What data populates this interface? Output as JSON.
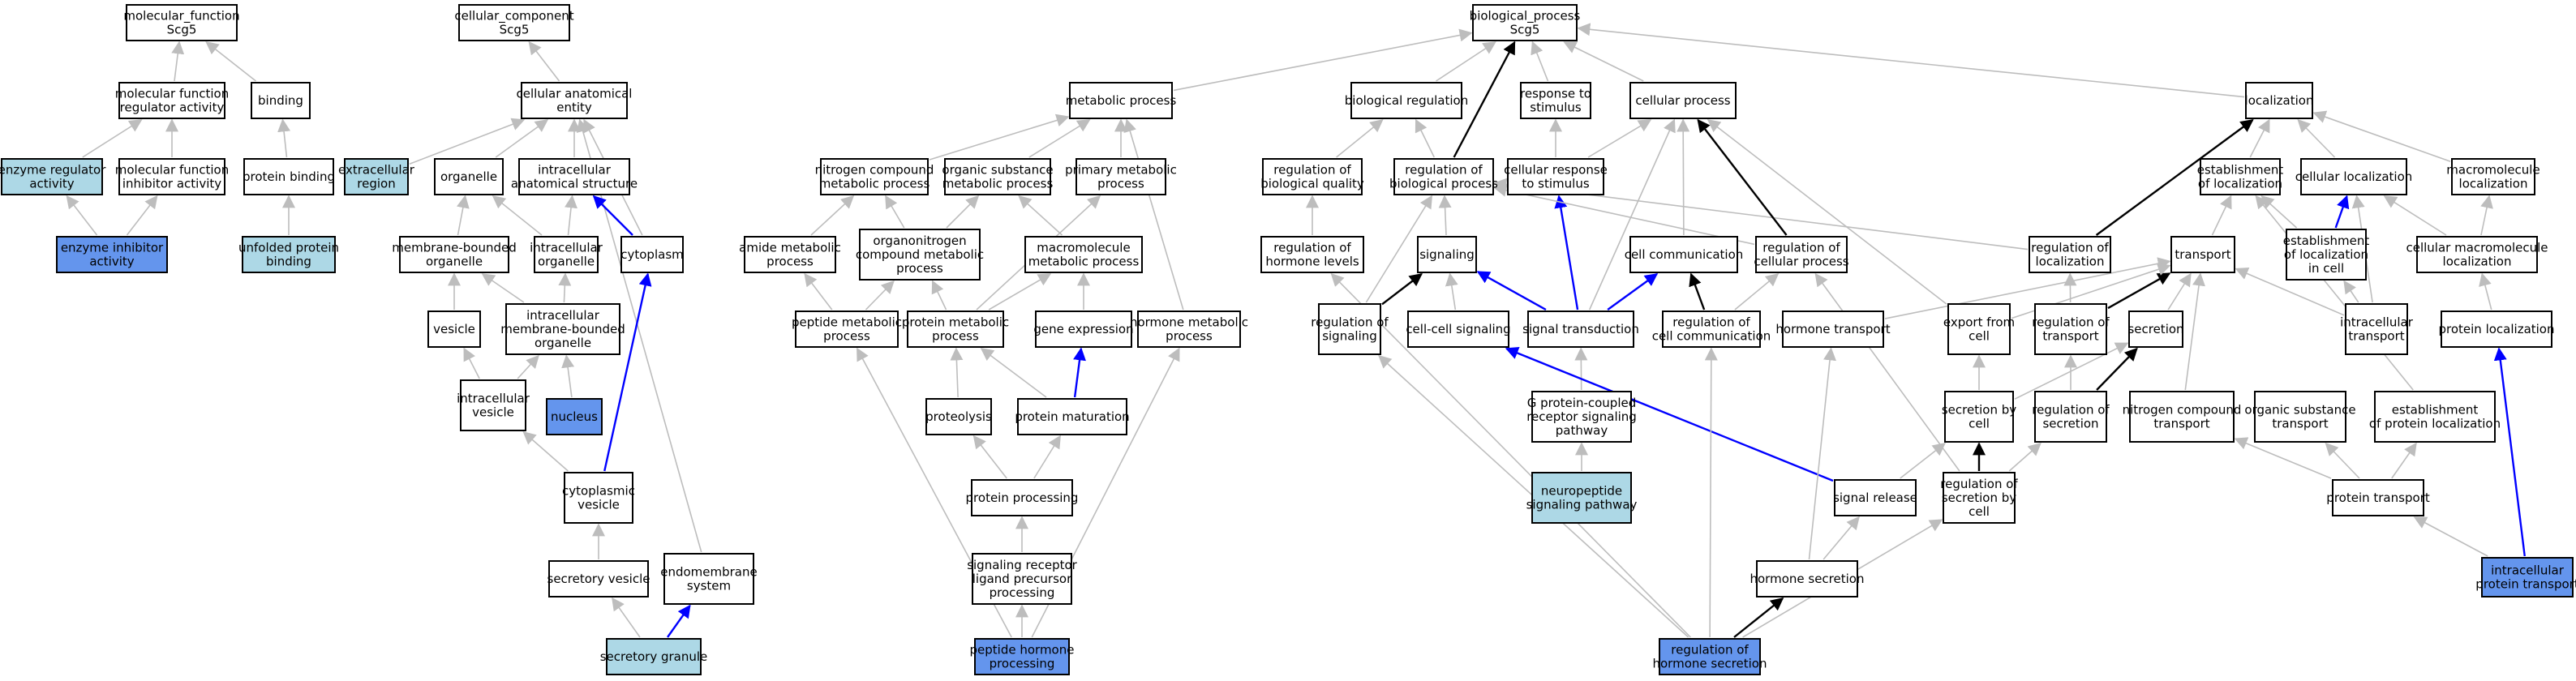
{
  "colors": {
    "plain": "#ffffff",
    "light": "#add8e6",
    "medium": "#6495ed",
    "edge_gray": "#bdbdbd",
    "edge_black": "#000000",
    "edge_blue": "#0000ff"
  },
  "nodes": [
    {
      "id": "mf",
      "label": [
        "molecular_function",
        "Scg5"
      ],
      "fill": "plain"
    },
    {
      "id": "cc",
      "label": [
        "cellular_component",
        "Scg5"
      ],
      "fill": "plain"
    },
    {
      "id": "bp",
      "label": [
        "biological_process",
        "Scg5"
      ],
      "fill": "plain"
    },
    {
      "id": "mfra",
      "label": [
        "molecular function",
        "regulator activity"
      ],
      "fill": "plain"
    },
    {
      "id": "binding",
      "label": [
        "binding"
      ],
      "fill": "plain"
    },
    {
      "id": "cae",
      "label": [
        "cellular anatomical",
        "entity"
      ],
      "fill": "plain"
    },
    {
      "id": "metab",
      "label": [
        "metabolic process"
      ],
      "fill": "plain"
    },
    {
      "id": "bioreg",
      "label": [
        "biological regulation"
      ],
      "fill": "plain"
    },
    {
      "id": "resp",
      "label": [
        "response to",
        "stimulus"
      ],
      "fill": "plain"
    },
    {
      "id": "cellproc",
      "label": [
        "cellular process"
      ],
      "fill": "plain"
    },
    {
      "id": "loc",
      "label": [
        "localization"
      ],
      "fill": "plain"
    },
    {
      "id": "era",
      "label": [
        "enzyme regulator",
        "activity"
      ],
      "fill": "light"
    },
    {
      "id": "mfia",
      "label": [
        "molecular function",
        "inhibitor activity"
      ],
      "fill": "plain"
    },
    {
      "id": "pbind",
      "label": [
        "protein binding"
      ],
      "fill": "plain"
    },
    {
      "id": "extra",
      "label": [
        "extracellular",
        "region"
      ],
      "fill": "light"
    },
    {
      "id": "organelle",
      "label": [
        "organelle"
      ],
      "fill": "plain"
    },
    {
      "id": "ias",
      "label": [
        "intracellular",
        "anatomical structure"
      ],
      "fill": "plain"
    },
    {
      "id": "ncmp",
      "label": [
        "nitrogen compound",
        "metabolic process"
      ],
      "fill": "plain"
    },
    {
      "id": "osmp",
      "label": [
        "organic substance",
        "metabolic process"
      ],
      "fill": "plain"
    },
    {
      "id": "pmp",
      "label": [
        "primary metabolic",
        "process"
      ],
      "fill": "plain"
    },
    {
      "id": "rbq",
      "label": [
        "regulation of",
        "biological quality"
      ],
      "fill": "plain"
    },
    {
      "id": "rbp",
      "label": [
        "regulation of",
        "biological process"
      ],
      "fill": "plain"
    },
    {
      "id": "crs",
      "label": [
        "cellular response",
        "to stimulus"
      ],
      "fill": "plain"
    },
    {
      "id": "eol",
      "label": [
        "establishment",
        "of localization"
      ],
      "fill": "plain"
    },
    {
      "id": "cloc",
      "label": [
        "cellular localization"
      ],
      "fill": "plain"
    },
    {
      "id": "mmloc",
      "label": [
        "macromolecule",
        "localization"
      ],
      "fill": "plain"
    },
    {
      "id": "eia",
      "label": [
        "enzyme inhibitor",
        "activity"
      ],
      "fill": "medium"
    },
    {
      "id": "upb",
      "label": [
        "unfolded protein",
        "binding"
      ],
      "fill": "light"
    },
    {
      "id": "mbo",
      "label": [
        "membrane-bounded",
        "organelle"
      ],
      "fill": "plain"
    },
    {
      "id": "io",
      "label": [
        "intracellular",
        "organelle"
      ],
      "fill": "plain"
    },
    {
      "id": "cyto",
      "label": [
        "cytoplasm"
      ],
      "fill": "plain"
    },
    {
      "id": "amp",
      "label": [
        "amide metabolic",
        "process"
      ],
      "fill": "plain"
    },
    {
      "id": "oncmp",
      "label": [
        "organonitrogen",
        "compound metabolic",
        "process"
      ],
      "fill": "plain"
    },
    {
      "id": "mmp",
      "label": [
        "macromolecule",
        "metabolic process"
      ],
      "fill": "plain"
    },
    {
      "id": "rhl",
      "label": [
        "regulation of",
        "hormone levels"
      ],
      "fill": "plain"
    },
    {
      "id": "signaling",
      "label": [
        "signaling"
      ],
      "fill": "plain"
    },
    {
      "id": "cellcomm",
      "label": [
        "cell communication"
      ],
      "fill": "plain"
    },
    {
      "id": "rcp",
      "label": [
        "regulation of",
        "cellular process"
      ],
      "fill": "plain"
    },
    {
      "id": "rol",
      "label": [
        "regulation of",
        "localization"
      ],
      "fill": "plain"
    },
    {
      "id": "transport",
      "label": [
        "transport"
      ],
      "fill": "plain"
    },
    {
      "id": "eolc",
      "label": [
        "establishment",
        "of localization",
        "in cell"
      ],
      "fill": "plain"
    },
    {
      "id": "cmml",
      "label": [
        "cellular macromolecule",
        "localization"
      ],
      "fill": "plain"
    },
    {
      "id": "vesicle",
      "label": [
        "vesicle"
      ],
      "fill": "plain"
    },
    {
      "id": "imbo",
      "label": [
        "intracellular",
        "membrane-bounded",
        "organelle"
      ],
      "fill": "plain"
    },
    {
      "id": "pepmp",
      "label": [
        "peptide metabolic",
        "process"
      ],
      "fill": "plain"
    },
    {
      "id": "protmp",
      "label": [
        "protein metabolic",
        "process"
      ],
      "fill": "plain"
    },
    {
      "id": "geneexp",
      "label": [
        "gene expression"
      ],
      "fill": "plain"
    },
    {
      "id": "hmp",
      "label": [
        "hormone metabolic",
        "process"
      ],
      "fill": "plain"
    },
    {
      "id": "rsig",
      "label": [
        "regulation of",
        "signaling"
      ],
      "fill": "plain"
    },
    {
      "id": "ccsig",
      "label": [
        "cell-cell signaling"
      ],
      "fill": "plain"
    },
    {
      "id": "st",
      "label": [
        "signal transduction"
      ],
      "fill": "plain"
    },
    {
      "id": "rcc",
      "label": [
        "regulation of",
        "cell communication"
      ],
      "fill": "plain"
    },
    {
      "id": "ht",
      "label": [
        "hormone transport"
      ],
      "fill": "plain"
    },
    {
      "id": "efc",
      "label": [
        "export from",
        "cell"
      ],
      "fill": "plain"
    },
    {
      "id": "rot",
      "label": [
        "regulation of",
        "transport"
      ],
      "fill": "plain"
    },
    {
      "id": "secretion",
      "label": [
        "secretion"
      ],
      "fill": "plain"
    },
    {
      "id": "it",
      "label": [
        "intracellular",
        "transport"
      ],
      "fill": "plain"
    },
    {
      "id": "ploc",
      "label": [
        "protein localization"
      ],
      "fill": "plain"
    },
    {
      "id": "iv",
      "label": [
        "intracellular",
        "vesicle"
      ],
      "fill": "plain"
    },
    {
      "id": "nucleus",
      "label": [
        "nucleus"
      ],
      "fill": "medium"
    },
    {
      "id": "proteolysis",
      "label": [
        "proteolysis"
      ],
      "fill": "plain"
    },
    {
      "id": "pmat",
      "label": [
        "protein maturation"
      ],
      "fill": "plain"
    },
    {
      "id": "gpcr",
      "label": [
        "G protein-coupled",
        "receptor signaling",
        "pathway"
      ],
      "fill": "plain"
    },
    {
      "id": "sbc",
      "label": [
        "secretion by",
        "cell"
      ],
      "fill": "plain"
    },
    {
      "id": "ros",
      "label": [
        "regulation of",
        "secretion"
      ],
      "fill": "plain"
    },
    {
      "id": "nct",
      "label": [
        "nitrogen compound",
        "transport"
      ],
      "fill": "plain"
    },
    {
      "id": "ost",
      "label": [
        "organic substance",
        "transport"
      ],
      "fill": "plain"
    },
    {
      "id": "epl",
      "label": [
        "establishment",
        "of protein localization"
      ],
      "fill": "plain"
    },
    {
      "id": "cvesicle",
      "label": [
        "cytoplasmic",
        "vesicle"
      ],
      "fill": "plain"
    },
    {
      "id": "pproc",
      "label": [
        "protein processing"
      ],
      "fill": "plain"
    },
    {
      "id": "nsp",
      "label": [
        "neuropeptide",
        "signaling pathway"
      ],
      "fill": "light"
    },
    {
      "id": "sr",
      "label": [
        "signal release"
      ],
      "fill": "plain"
    },
    {
      "id": "rsbc",
      "label": [
        "regulation of",
        "secretion by",
        "cell"
      ],
      "fill": "plain"
    },
    {
      "id": "ptrans",
      "label": [
        "protein transport"
      ],
      "fill": "plain"
    },
    {
      "id": "sv",
      "label": [
        "secretory vesicle"
      ],
      "fill": "plain"
    },
    {
      "id": "endo",
      "label": [
        "endomembrane",
        "system"
      ],
      "fill": "plain"
    },
    {
      "id": "srlpp",
      "label": [
        "signaling receptor",
        "ligand precursor",
        "processing"
      ],
      "fill": "plain"
    },
    {
      "id": "hsec",
      "label": [
        "hormone secretion"
      ],
      "fill": "plain"
    },
    {
      "id": "sg",
      "label": [
        "secretory granule"
      ],
      "fill": "light"
    },
    {
      "id": "php",
      "label": [
        "peptide hormone",
        "processing"
      ],
      "fill": "medium"
    },
    {
      "id": "rhs",
      "label": [
        "regulation of",
        "hormone secretion"
      ],
      "fill": "medium"
    },
    {
      "id": "ipt",
      "label": [
        "intracellular",
        "protein transport"
      ],
      "fill": "medium"
    }
  ],
  "edges": [
    [
      "mfra",
      "mf",
      "gray"
    ],
    [
      "binding",
      "mf",
      "gray"
    ],
    [
      "era",
      "mfra",
      "gray"
    ],
    [
      "mfia",
      "mfra",
      "gray"
    ],
    [
      "eia",
      "era",
      "gray"
    ],
    [
      "eia",
      "mfia",
      "gray"
    ],
    [
      "pbind",
      "binding",
      "gray"
    ],
    [
      "upb",
      "pbind",
      "gray"
    ],
    [
      "cae",
      "cc",
      "gray"
    ],
    [
      "organelle",
      "cae",
      "gray"
    ],
    [
      "ias",
      "cae",
      "gray"
    ],
    [
      "extra",
      "cae",
      "gray"
    ],
    [
      "cyto",
      "cae",
      "gray"
    ],
    [
      "endo",
      "cae",
      "gray"
    ],
    [
      "mbo",
      "organelle",
      "gray"
    ],
    [
      "io",
      "organelle",
      "gray"
    ],
    [
      "io",
      "ias",
      "gray"
    ],
    [
      "cyto",
      "ias",
      "blue"
    ],
    [
      "imbo",
      "mbo",
      "gray"
    ],
    [
      "imbo",
      "io",
      "gray"
    ],
    [
      "vesicle",
      "mbo",
      "gray"
    ],
    [
      "nucleus",
      "imbo",
      "gray"
    ],
    [
      "iv",
      "imbo",
      "gray"
    ],
    [
      "iv",
      "vesicle",
      "gray"
    ],
    [
      "cvesicle",
      "iv",
      "gray"
    ],
    [
      "cvesicle",
      "cyto",
      "blue"
    ],
    [
      "sv",
      "cvesicle",
      "gray"
    ],
    [
      "sg",
      "sv",
      "gray"
    ],
    [
      "sg",
      "endo",
      "blue"
    ],
    [
      "metab",
      "bp",
      "gray"
    ],
    [
      "bioreg",
      "bp",
      "gray"
    ],
    [
      "resp",
      "bp",
      "gray"
    ],
    [
      "cellproc",
      "bp",
      "gray"
    ],
    [
      "loc",
      "bp",
      "gray"
    ],
    [
      "rbp",
      "bp",
      "black"
    ],
    [
      "ncmp",
      "metab",
      "gray"
    ],
    [
      "osmp",
      "metab",
      "gray"
    ],
    [
      "pmp",
      "metab",
      "gray"
    ],
    [
      "hmp",
      "metab",
      "gray"
    ],
    [
      "amp",
      "ncmp",
      "gray"
    ],
    [
      "oncmp",
      "ncmp",
      "gray"
    ],
    [
      "oncmp",
      "osmp",
      "gray"
    ],
    [
      "mmp",
      "osmp",
      "gray"
    ],
    [
      "protmp",
      "pmp",
      "gray"
    ],
    [
      "pepmp",
      "amp",
      "gray"
    ],
    [
      "pepmp",
      "oncmp",
      "gray"
    ],
    [
      "protmp",
      "oncmp",
      "gray"
    ],
    [
      "protmp",
      "mmp",
      "gray"
    ],
    [
      "geneexp",
      "mmp",
      "gray"
    ],
    [
      "proteolysis",
      "protmp",
      "gray"
    ],
    [
      "pmat",
      "protmp",
      "gray"
    ],
    [
      "pmat",
      "geneexp",
      "blue"
    ],
    [
      "pproc",
      "proteolysis",
      "gray"
    ],
    [
      "pproc",
      "pmat",
      "gray"
    ],
    [
      "srlpp",
      "pproc",
      "gray"
    ],
    [
      "php",
      "srlpp",
      "gray"
    ],
    [
      "php",
      "pepmp",
      "gray"
    ],
    [
      "php",
      "hmp",
      "gray"
    ],
    [
      "rbq",
      "bioreg",
      "gray"
    ],
    [
      "rbp",
      "bioreg",
      "gray"
    ],
    [
      "rhl",
      "rbq",
      "gray"
    ],
    [
      "rhs",
      "rhl",
      "gray"
    ],
    [
      "crs",
      "resp",
      "gray"
    ],
    [
      "crs",
      "cellproc",
      "gray"
    ],
    [
      "st",
      "crs",
      "blue"
    ],
    [
      "signaling",
      "rbp",
      "gray"
    ],
    [
      "rsig",
      "rbp",
      "gray"
    ],
    [
      "rcp",
      "rbp",
      "gray"
    ],
    [
      "rol",
      "rbp",
      "gray"
    ],
    [
      "rcp",
      "cellproc",
      "black"
    ],
    [
      "cellcomm",
      "cellproc",
      "gray"
    ],
    [
      "st",
      "cellproc",
      "gray"
    ],
    [
      "efc",
      "cellproc",
      "gray"
    ],
    [
      "rsig",
      "signaling",
      "black"
    ],
    [
      "ccsig",
      "signaling",
      "gray"
    ],
    [
      "st",
      "signaling",
      "blue"
    ],
    [
      "st",
      "cellcomm",
      "blue"
    ],
    [
      "rcc",
      "cellcomm",
      "black"
    ],
    [
      "rcc",
      "rcp",
      "gray"
    ],
    [
      "rsbc",
      "rcp",
      "gray"
    ],
    [
      "gpcr",
      "st",
      "gray"
    ],
    [
      "nsp",
      "gpcr",
      "gray"
    ],
    [
      "sr",
      "ccsig",
      "blue"
    ],
    [
      "eol",
      "loc",
      "gray"
    ],
    [
      "cloc",
      "loc",
      "gray"
    ],
    [
      "mmloc",
      "loc",
      "gray"
    ],
    [
      "rol",
      "loc",
      "black"
    ],
    [
      "eolc",
      "eol",
      "gray"
    ],
    [
      "eolc",
      "cloc",
      "blue"
    ],
    [
      "cmml",
      "cloc",
      "gray"
    ],
    [
      "cmml",
      "mmloc",
      "gray"
    ],
    [
      "transport",
      "eol",
      "gray"
    ],
    [
      "it",
      "eolc",
      "gray"
    ],
    [
      "it",
      "cloc",
      "gray"
    ],
    [
      "epl",
      "eol",
      "gray"
    ],
    [
      "ploc",
      "cmml",
      "gray"
    ],
    [
      "ipt",
      "ploc",
      "blue"
    ],
    [
      "rot",
      "rol",
      "gray"
    ],
    [
      "rot",
      "transport",
      "black"
    ],
    [
      "ht",
      "transport",
      "gray"
    ],
    [
      "efc",
      "transport",
      "gray"
    ],
    [
      "secretion",
      "transport",
      "gray"
    ],
    [
      "nct",
      "transport",
      "gray"
    ],
    [
      "it",
      "transport",
      "gray"
    ],
    [
      "sbc",
      "efc",
      "gray"
    ],
    [
      "sbc",
      "secretion",
      "gray"
    ],
    [
      "ros",
      "secretion",
      "black"
    ],
    [
      "ros",
      "rot",
      "gray"
    ],
    [
      "rsbc",
      "sbc",
      "black"
    ],
    [
      "rsbc",
      "ros",
      "gray"
    ],
    [
      "ptrans",
      "nct",
      "gray"
    ],
    [
      "ptrans",
      "ost",
      "gray"
    ],
    [
      "ptrans",
      "epl",
      "gray"
    ],
    [
      "ipt",
      "ptrans",
      "gray"
    ],
    [
      "sr",
      "sbc",
      "gray"
    ],
    [
      "hsec",
      "sr",
      "gray"
    ],
    [
      "hsec",
      "ht",
      "gray"
    ],
    [
      "rhs",
      "hsec",
      "black"
    ],
    [
      "rhs",
      "rsig",
      "gray"
    ],
    [
      "rhs",
      "rcc",
      "gray"
    ],
    [
      "rhs",
      "rsbc",
      "gray"
    ]
  ]
}
